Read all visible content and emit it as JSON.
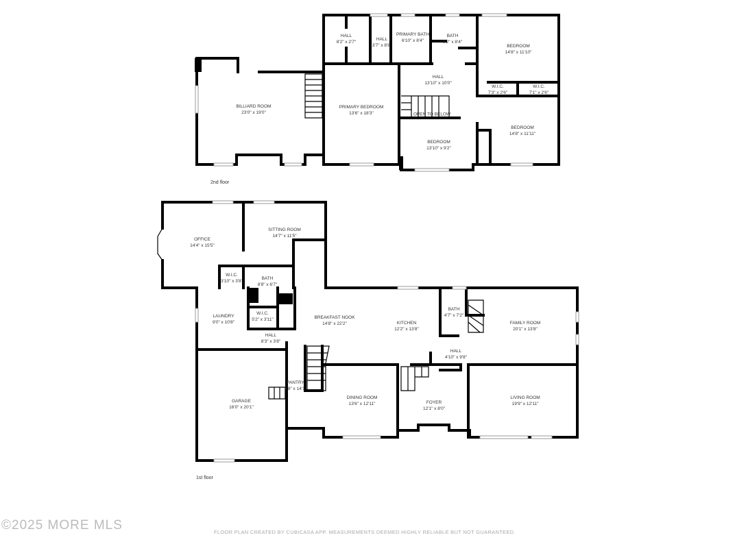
{
  "floors": [
    {
      "label": "2nd floor",
      "rooms": [
        {
          "name": "BILLIARD ROOM",
          "size": "23'0\" x 19'0\""
        },
        {
          "name": "HALL",
          "size": "8'2\" x 2'7\""
        },
        {
          "name": "HALL",
          "size": "3'7\" x 8'8\""
        },
        {
          "name": "PRIMARY BATH",
          "size": "6'10\" x 8'4\""
        },
        {
          "name": "BATH",
          "size": "8'2\" x 8'4\""
        },
        {
          "name": "BEDROOM",
          "size": "14'8\" x 11'10\""
        },
        {
          "name": "HALL",
          "size": "13'10\" x 10'0\""
        },
        {
          "name": "W.I.C.",
          "size": "7'3\" x 2'6\""
        },
        {
          "name": "W.I.C.",
          "size": "7'1\" x 2'6\""
        },
        {
          "name": "PRIMARY BEDROOM",
          "size": "13'6\" x 18'3\""
        },
        {
          "name": "OPEN TO BELOW",
          "size": ""
        },
        {
          "name": "BEDROOM",
          "size": "14'8\" x 11'11\""
        },
        {
          "name": "BEDROOM",
          "size": "13'10\" x 9'2\""
        }
      ]
    },
    {
      "label": "1st floor",
      "rooms": [
        {
          "name": "OFFICE",
          "size": "14'4\" x 15'5\""
        },
        {
          "name": "SITTING ROOM",
          "size": "14'7\" x 11'5\""
        },
        {
          "name": "W.I.C.",
          "size": "3'10\" x 3'8\""
        },
        {
          "name": "BATH",
          "size": "8'8\" x 6'7\""
        },
        {
          "name": "LAUNDRY",
          "size": "9'0\" x 10'8\""
        },
        {
          "name": "W.I.C.",
          "size": "5'2\" x 3'11\""
        },
        {
          "name": "HALL",
          "size": "8'3\" x 3'8\""
        },
        {
          "name": "BREAKFAST NOOK",
          "size": "14'8\" x 22'2\""
        },
        {
          "name": "KITCHEN",
          "size": "12'2\" x 13'8\""
        },
        {
          "name": "BATH",
          "size": "4'7\" x 7'2\""
        },
        {
          "name": "FAMILY ROOM",
          "size": "20'1\" x 13'8\""
        },
        {
          "name": "HALL",
          "size": "4'10\" x 9'8\""
        },
        {
          "name": "PANTRY",
          "size": "6'8\" x 14'1\""
        },
        {
          "name": "GARAGE",
          "size": "16'0\" x 20'1\""
        },
        {
          "name": "DINING ROOM",
          "size": "13'6\" x 12'11\""
        },
        {
          "name": "FOYER",
          "size": "12'1\" x 8'0\""
        },
        {
          "name": "LIVING ROOM",
          "size": "19'9\" x 12'11\""
        }
      ]
    }
  ],
  "footer": "FLOOR PLAN CREATED BY CUBICASA APP. MEASUREMENTS DEEMED HIGHLY RELIABLE BUT NOT GUARANTEED.",
  "watermark": "©2025 MORE MLS"
}
